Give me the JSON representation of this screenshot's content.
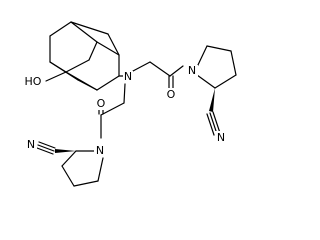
{
  "atoms": {
    "ho": "HO",
    "n_amine": "N",
    "o_right": "O",
    "n_ring_right": "N",
    "n_nitrile_right": "N",
    "o_left": "O",
    "n_ring_left": "N",
    "n_nitrile_left": "N"
  }
}
